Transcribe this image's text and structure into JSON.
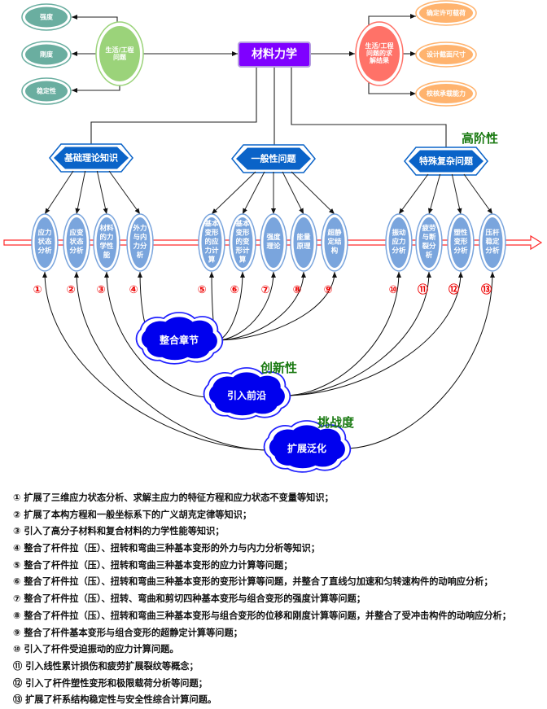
{
  "colors": {
    "teal": "#6aaea0",
    "green": "#9bd37a",
    "purple": "#7f00ff",
    "red": "#ff7268",
    "orange": "#ffb36e",
    "steel": "#7aa5dd",
    "hex": "#0a63c8",
    "cloud": "#0000ee",
    "accent_text": "#1a7a12",
    "arrow_line": "#ff2a2a"
  },
  "top": {
    "left_outputs": [
      "强度",
      "刚度",
      "稳定性"
    ],
    "problem": "生活/工程\n问题",
    "center": "材料力学",
    "result": "生活/工程\n问题的求\n解结果",
    "right_outputs": [
      "确定许可载荷",
      "设计截面尺寸",
      "校核承载能力"
    ]
  },
  "categories": [
    "基础理论知识",
    "一般性问题",
    "特殊复杂问题"
  ],
  "highlights": {
    "high_order": "高阶性",
    "innovation": "创新性",
    "challenge": "挑战度"
  },
  "topics": [
    {
      "num": "①",
      "label": "应力\n状态\n分析"
    },
    {
      "num": "②",
      "label": "应变\n状态\n分析"
    },
    {
      "num": "③",
      "label": "材料\n的力\n学性\n能"
    },
    {
      "num": "④",
      "label": "外力\n与内\n力分\n析"
    },
    {
      "num": "⑤",
      "label": "基本\n变形\n的应\n力计\n算"
    },
    {
      "num": "⑥",
      "label": "基本\n变形\n的变\n形计\n算"
    },
    {
      "num": "⑦",
      "label": "强度\n理论"
    },
    {
      "num": "⑧",
      "label": "能量\n原理"
    },
    {
      "num": "⑨",
      "label": "超静\n定结\n构"
    },
    {
      "num": "⑩",
      "label": "振动\n应力\n分析"
    },
    {
      "num": "⑪",
      "label": "疲劳\n与断\n裂分\n析"
    },
    {
      "num": "⑫",
      "label": "塑性\n变形\n分析"
    },
    {
      "num": "⑬",
      "label": "压杆\n稳定\n分析"
    }
  ],
  "clouds": [
    {
      "label": "整合章节",
      "links": [
        4,
        5,
        6,
        7,
        8,
        9
      ]
    },
    {
      "label": "引入前沿",
      "links": [
        3,
        10,
        11,
        12
      ]
    },
    {
      "label": "扩展泛化",
      "links": [
        1,
        2,
        13
      ]
    }
  ],
  "notes": [
    "① 扩展了三维应力状态分析、求解主应力的特征方程和应力状态不变量等知识；",
    "② 扩展了本构方程和一般坐标系下的广义胡克定律等知识；",
    "③ 引入了高分子材料和复合材料的力学性能等知识；",
    "④ 整合了杆件拉（压）、扭转和弯曲三种基本变形的外力与内力分析等知识；",
    "⑤ 整合了杆件拉（压）、扭转和弯曲三种基本变形的应力计算等问题；",
    "⑥ 整合了杆件拉（压）、扭转和弯曲三种基本变形的变形计算等问题，并整合了直线匀加速和匀转速构件的动响应分析；",
    "⑦ 整合了杆件拉（压）、扭转、弯曲和剪切四种基本变形与组合变形的强度计算等问题；",
    "⑧ 整合了杆件拉（压）、扭转和弯曲三种基本变形与组合变形的位移和刚度计算等问题，并整合了受冲击构件的动响应分析；",
    "⑨ 整合了杆件基本变形与组合变形的超静定计算等问题；",
    "⑩ 引入了杆件受迫振动的应力计算问题。",
    "⑪ 引入线性累计损伤和疲劳扩展裂纹等概念；",
    "⑫ 引入了杆件塑性变形和极限载荷分析等问题；",
    "⑬ 扩展了杆系结构稳定性与安全性综合计算问题。"
  ]
}
